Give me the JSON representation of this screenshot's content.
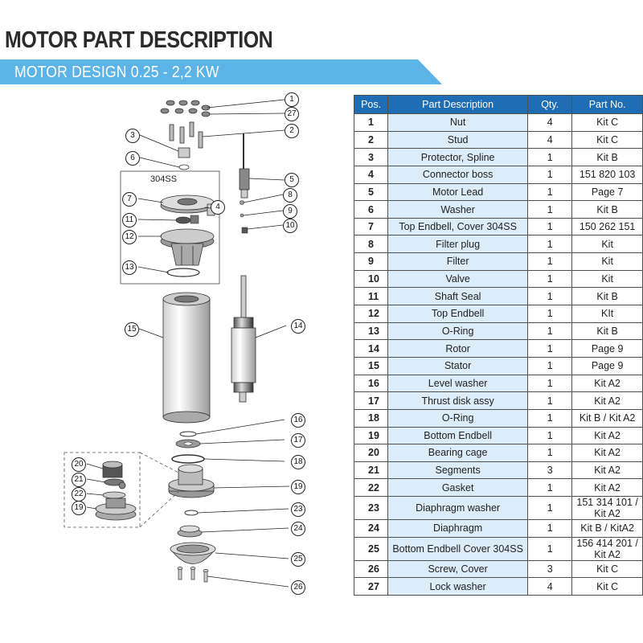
{
  "header": {
    "title": "MOTOR PART DESCRIPTION",
    "subtitle": "MOTOR DESIGN 0.25 - 2,2 KW",
    "banner_color": "#5bb3e6"
  },
  "diagram": {
    "box_label": "304SS",
    "callouts": [
      "1",
      "27",
      "2",
      "3",
      "6",
      "5",
      "8",
      "9",
      "10",
      "7",
      "4",
      "11",
      "12",
      "13",
      "15",
      "14",
      "16",
      "17",
      "18",
      "20",
      "21",
      "22",
      "19",
      "23",
      "24",
      "25",
      "26"
    ]
  },
  "table": {
    "header_color": "#1f6db4",
    "stripe_color": "#dcecf8",
    "columns": [
      "Pos.",
      "Part  Description",
      "Qty.",
      "Part No."
    ],
    "rows": [
      {
        "pos": "1",
        "desc": "Nut",
        "qty": "4",
        "part": "Kit C"
      },
      {
        "pos": "2",
        "desc": "Stud",
        "qty": "4",
        "part": "Kit C"
      },
      {
        "pos": "3",
        "desc": "Protector, Spline",
        "qty": "1",
        "part": "Kit B"
      },
      {
        "pos": "4",
        "desc": "Connector boss",
        "qty": "1",
        "part": "151 820 103"
      },
      {
        "pos": "5",
        "desc": "Motor Lead",
        "qty": "1",
        "part": "Page 7"
      },
      {
        "pos": "6",
        "desc": "Washer",
        "qty": "1",
        "part": "Kit B"
      },
      {
        "pos": "7",
        "desc": "Top Endbell, Cover 304SS",
        "qty": "1",
        "part": "150 262 151"
      },
      {
        "pos": "8",
        "desc": "Filter plug",
        "qty": "1",
        "part": "Kit"
      },
      {
        "pos": "9",
        "desc": "Filter",
        "qty": "1",
        "part": "Kit"
      },
      {
        "pos": "10",
        "desc": "Valve",
        "qty": "1",
        "part": "Kit"
      },
      {
        "pos": "11",
        "desc": "Shaft Seal",
        "qty": "1",
        "part": "Kit B"
      },
      {
        "pos": "12",
        "desc": "Top Endbell",
        "qty": "1",
        "part": "KIt"
      },
      {
        "pos": "13",
        "desc": "O-Ring",
        "qty": "1",
        "part": "Kit B"
      },
      {
        "pos": "14",
        "desc": "Rotor",
        "qty": "1",
        "part": "Page 9"
      },
      {
        "pos": "15",
        "desc": "Stator",
        "qty": "1",
        "part": "Page 9"
      },
      {
        "pos": "16",
        "desc": "Level washer",
        "qty": "1",
        "part": "Kit A2"
      },
      {
        "pos": "17",
        "desc": "Thrust disk assy",
        "qty": "1",
        "part": "Kit A2"
      },
      {
        "pos": "18",
        "desc": "O-Ring",
        "qty": "1",
        "part": "Kit B / Kit A2"
      },
      {
        "pos": "19",
        "desc": "Bottom Endbell",
        "qty": "1",
        "part": "Kit A2"
      },
      {
        "pos": "20",
        "desc": "Bearing cage",
        "qty": "1",
        "part": "Kit A2"
      },
      {
        "pos": "21",
        "desc": "Segments",
        "qty": "3",
        "part": "Kit A2"
      },
      {
        "pos": "22",
        "desc": "Gasket",
        "qty": "1",
        "part": "Kit A2"
      },
      {
        "pos": "23",
        "desc": "Diaphragm washer",
        "qty": "1",
        "part": "151 314 101 / Kit A2"
      },
      {
        "pos": "24",
        "desc": "Diaphragm",
        "qty": "1",
        "part": "Kit B / KitA2"
      },
      {
        "pos": "25",
        "desc": "Bottom Endbell Cover 304SS",
        "qty": "1",
        "part": "156 414 201 / Kit A2"
      },
      {
        "pos": "26",
        "desc": "Screw, Cover",
        "qty": "3",
        "part": "Kit C"
      },
      {
        "pos": "27",
        "desc": "Lock washer",
        "qty": "4",
        "part": "Kit C"
      }
    ]
  }
}
